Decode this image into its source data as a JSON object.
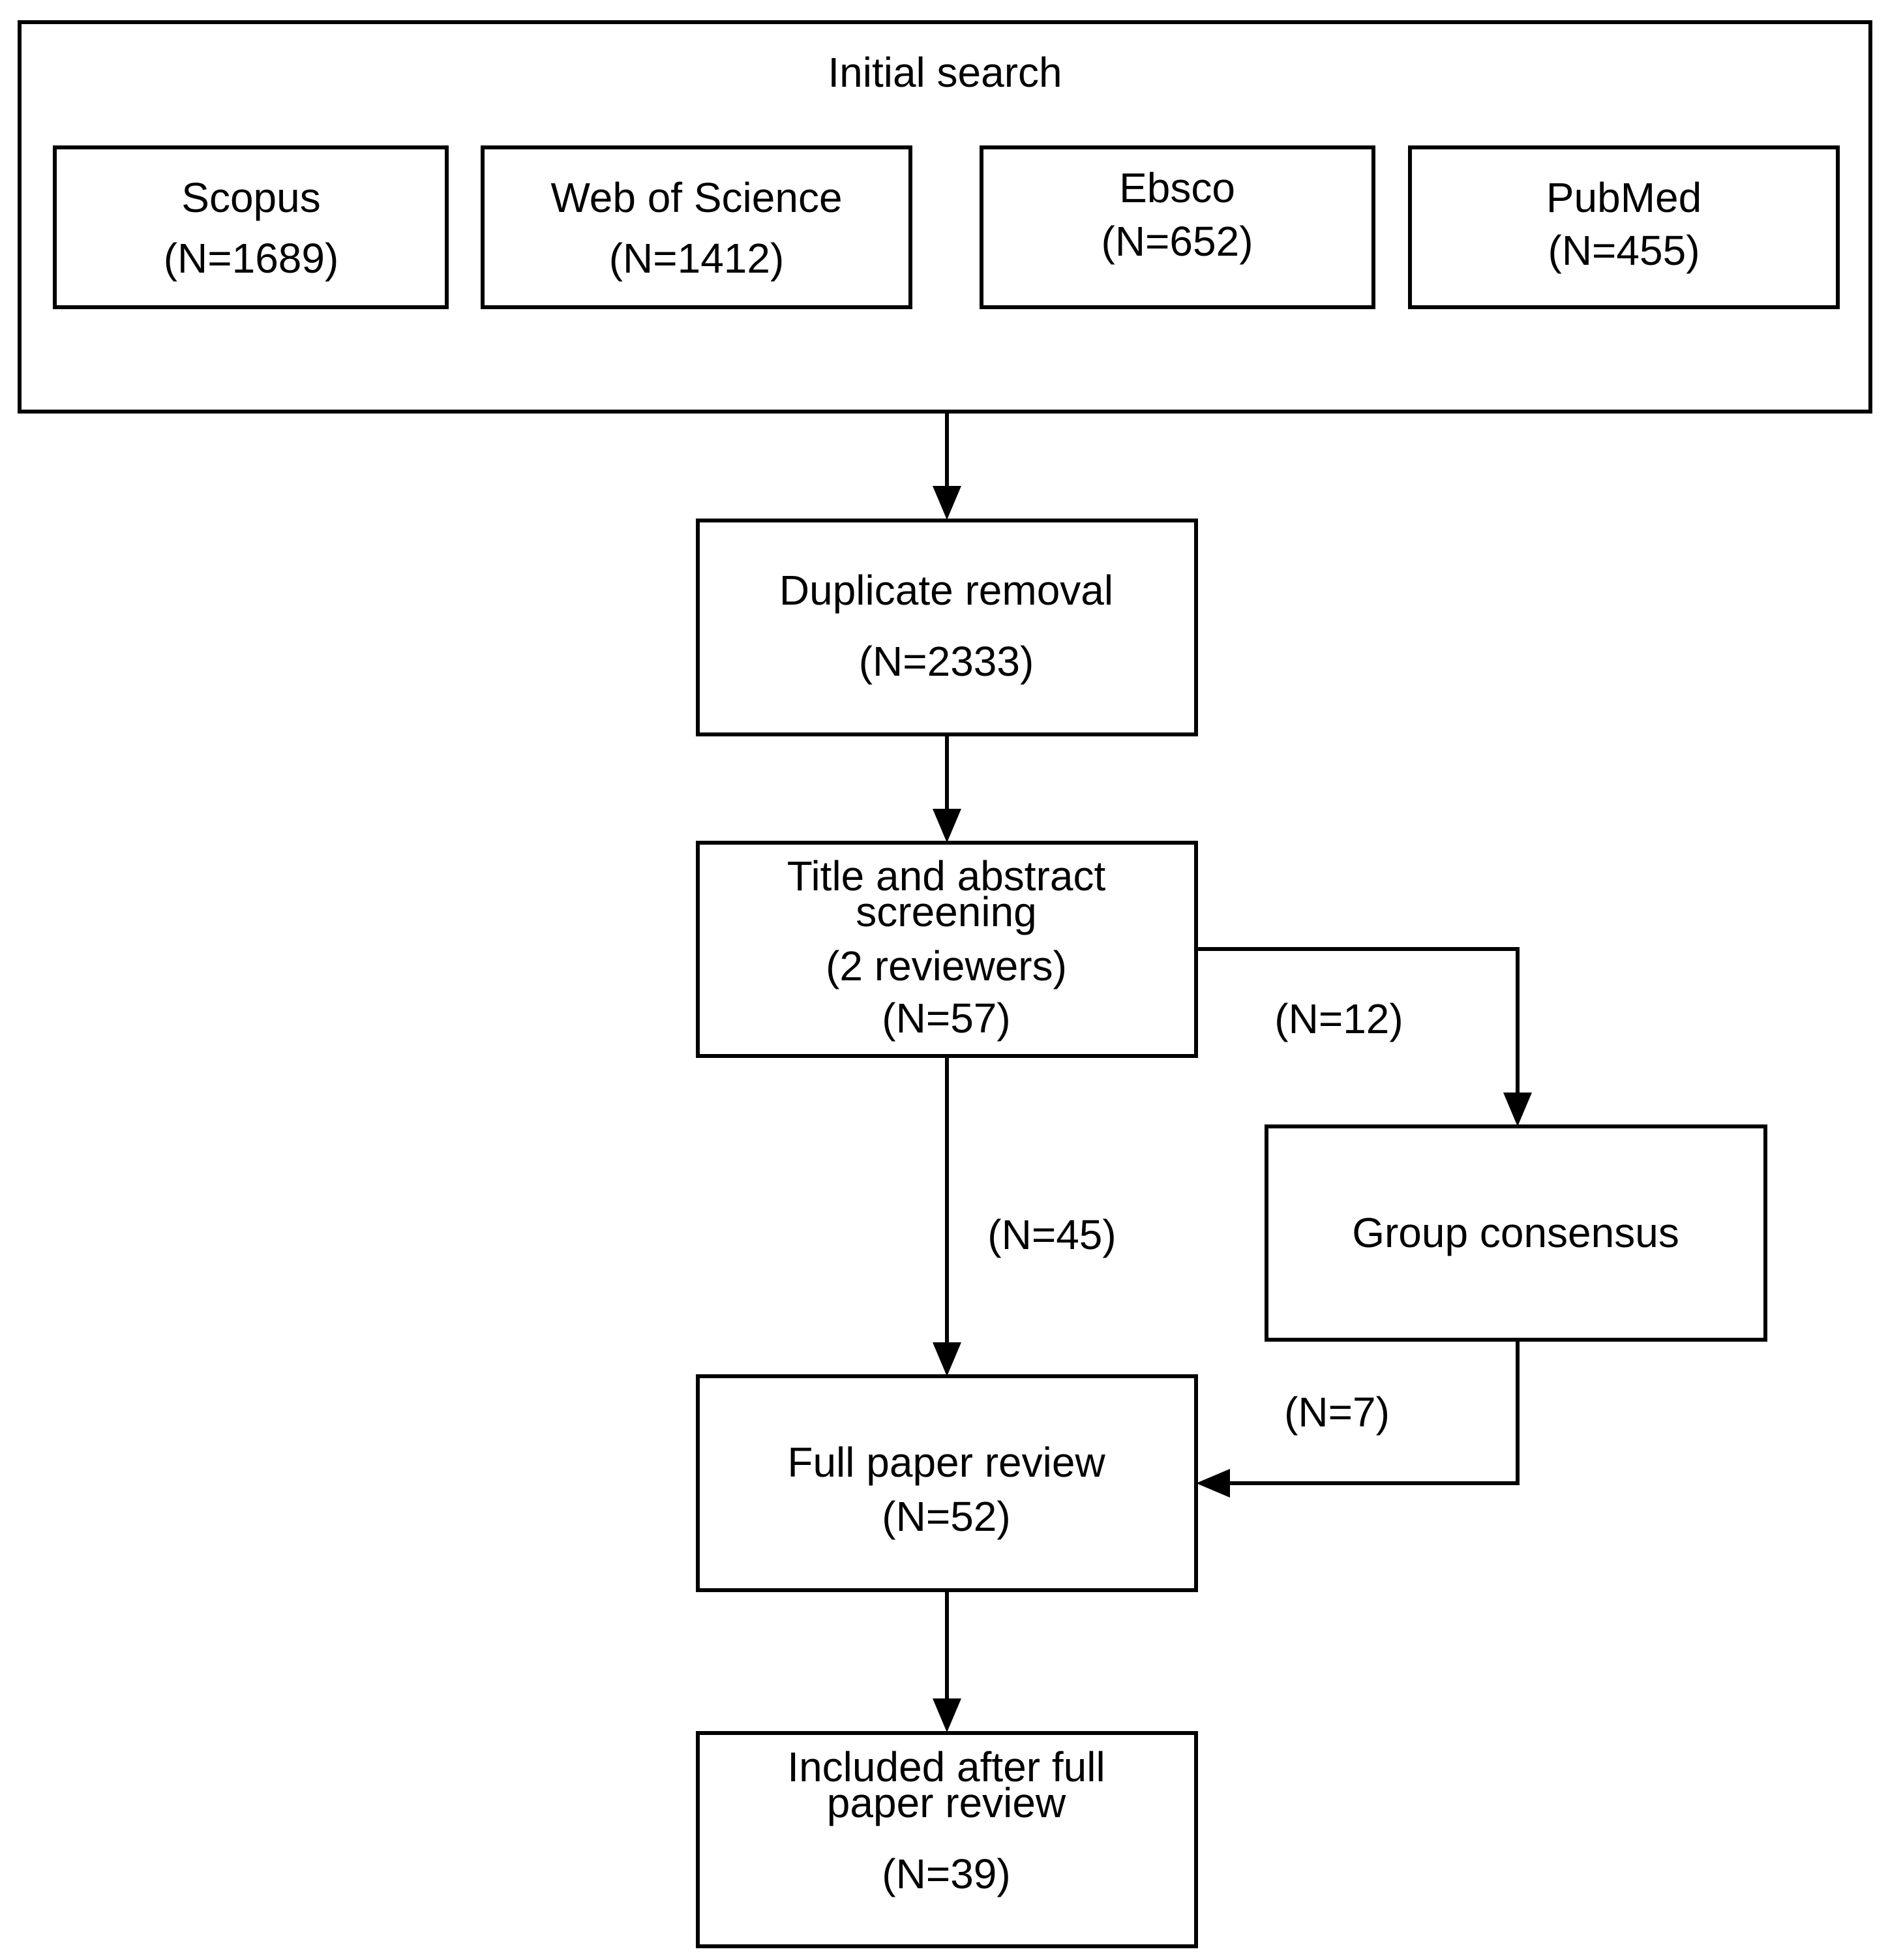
{
  "initial_search": {
    "title": "Initial search",
    "databases": [
      {
        "name": "Scopus",
        "count": "(N=1689)"
      },
      {
        "name": "Web of Science",
        "count": "(N=1412)"
      },
      {
        "name": "Ebsco",
        "count": "(N=652)"
      },
      {
        "name": "PubMed",
        "count": "(N=455)"
      }
    ]
  },
  "duplicate_removal": {
    "label": "Duplicate removal",
    "count": "(N=2333)"
  },
  "title_abstract_screening": {
    "line1": "Title and abstract",
    "line2": "screening",
    "line3": "(2 reviewers)",
    "count": "(N=57)"
  },
  "group_consensus": {
    "label": "Group consensus"
  },
  "full_paper_review": {
    "label": "Full paper review",
    "count": "(N=52)"
  },
  "included": {
    "line1": "Included after full",
    "line2": "paper review",
    "count": "(N=39)"
  },
  "edge_labels": {
    "to_consensus": "(N=12)",
    "to_full_review": "(N=45)",
    "from_consensus": "(N=7)"
  }
}
